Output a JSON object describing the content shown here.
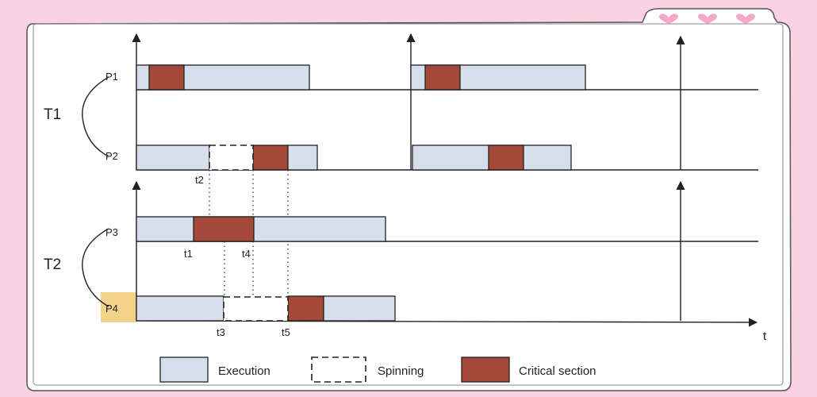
{
  "colors": {
    "page_bg": "#f9d3e3",
    "card_bg": "#ffffff",
    "execution_fill": "#d6e0ed",
    "critical_fill": "#a4483a",
    "highlight": "#f3d38a",
    "heart": "#f7a8c8",
    "line": "#222222"
  },
  "groups": {
    "t1": "T1",
    "t2": "T2"
  },
  "processes": {
    "p1": "P1",
    "p2": "P2",
    "p3": "P3",
    "p4": "P4"
  },
  "time_markers": {
    "t1": "t1",
    "t2": "t2",
    "t3": "t3",
    "t4": "t4",
    "t5": "t5"
  },
  "axis": {
    "time_label": "t"
  },
  "legend": {
    "execution": "Execution",
    "spinning": "Spinning",
    "critical": "Critical section"
  },
  "decoration": {
    "hearts_icon": "heart-icon"
  }
}
